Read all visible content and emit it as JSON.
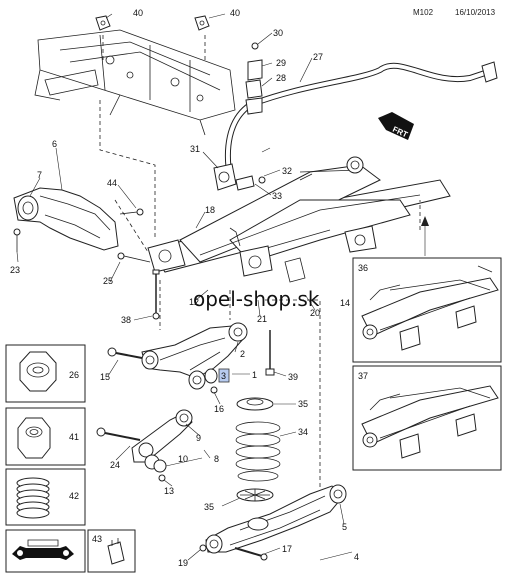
{
  "header": {
    "code": "M102",
    "date": "16/10/2013"
  },
  "watermark": "opel-shop.sk",
  "direction_label": "FRT",
  "callouts": [
    {
      "id": "c40a",
      "text": "40"
    },
    {
      "id": "c40b",
      "text": "40"
    },
    {
      "id": "c30",
      "text": "30"
    },
    {
      "id": "c29",
      "text": "29"
    },
    {
      "id": "c27",
      "text": "27"
    },
    {
      "id": "c28",
      "text": "28"
    },
    {
      "id": "c6",
      "text": "6"
    },
    {
      "id": "c7",
      "text": "7"
    },
    {
      "id": "c44",
      "text": "44"
    },
    {
      "id": "c31",
      "text": "31"
    },
    {
      "id": "c32",
      "text": "32"
    },
    {
      "id": "c33",
      "text": "33"
    },
    {
      "id": "c18",
      "text": "18"
    },
    {
      "id": "c23",
      "text": "23"
    },
    {
      "id": "c25",
      "text": "25"
    },
    {
      "id": "c38",
      "text": "38"
    },
    {
      "id": "c12",
      "text": "12"
    },
    {
      "id": "c21",
      "text": "21"
    },
    {
      "id": "c20",
      "text": "20"
    },
    {
      "id": "c14",
      "text": "14"
    },
    {
      "id": "c2",
      "text": "2"
    },
    {
      "id": "c15",
      "text": "15"
    },
    {
      "id": "c3",
      "text": "3"
    },
    {
      "id": "c1",
      "text": "1"
    },
    {
      "id": "c39",
      "text": "39"
    },
    {
      "id": "c16",
      "text": "16"
    },
    {
      "id": "c35a",
      "text": "35"
    },
    {
      "id": "c9",
      "text": "9"
    },
    {
      "id": "c34",
      "text": "34"
    },
    {
      "id": "c24",
      "text": "24"
    },
    {
      "id": "c10",
      "text": "10"
    },
    {
      "id": "c8",
      "text": "8"
    },
    {
      "id": "c13",
      "text": "13"
    },
    {
      "id": "c35b",
      "text": "35"
    },
    {
      "id": "c5",
      "text": "5"
    },
    {
      "id": "c43",
      "text": "43"
    },
    {
      "id": "c19",
      "text": "19"
    },
    {
      "id": "c17",
      "text": "17"
    },
    {
      "id": "c4",
      "text": "4"
    },
    {
      "id": "c26",
      "text": "26"
    },
    {
      "id": "c41",
      "text": "41"
    },
    {
      "id": "c42",
      "text": "42"
    },
    {
      "id": "c36",
      "text": "36"
    },
    {
      "id": "c37",
      "text": "37"
    }
  ]
}
